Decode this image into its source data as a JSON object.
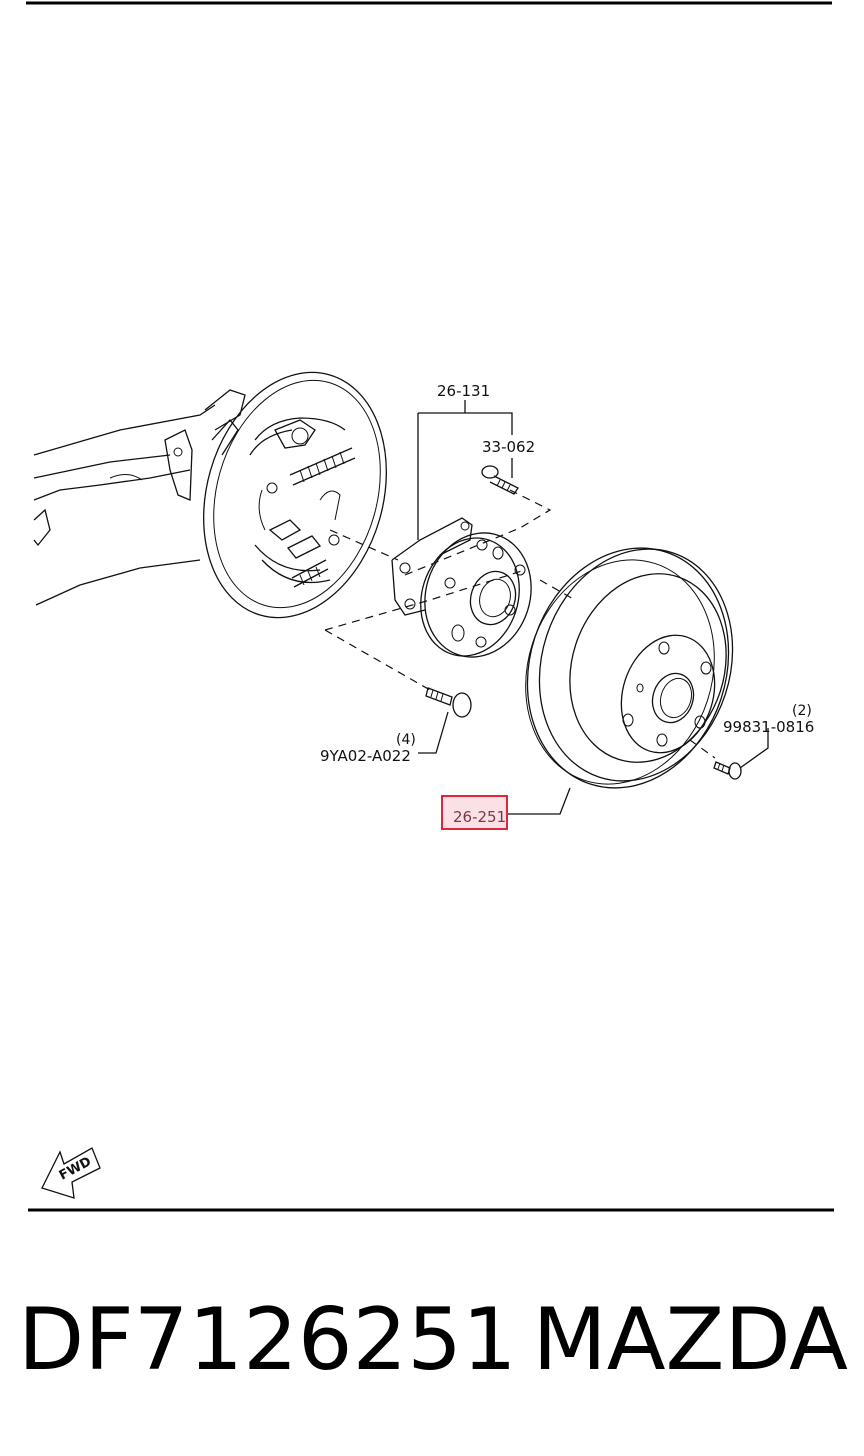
{
  "parts": {
    "hub_assembly": "26-131",
    "hub_bolt": "33-062",
    "mount_bolt_qty": "(4)",
    "mount_bolt": "9YA02-A022",
    "drum_screw_qty": "(2)",
    "drum_screw": "99831-0816",
    "brake_drum": "26-251"
  },
  "fwd_label": "FWD",
  "footer": {
    "part_number": "DF7126251",
    "brand": "MAZDA"
  },
  "highlight_color": "#e0263a"
}
